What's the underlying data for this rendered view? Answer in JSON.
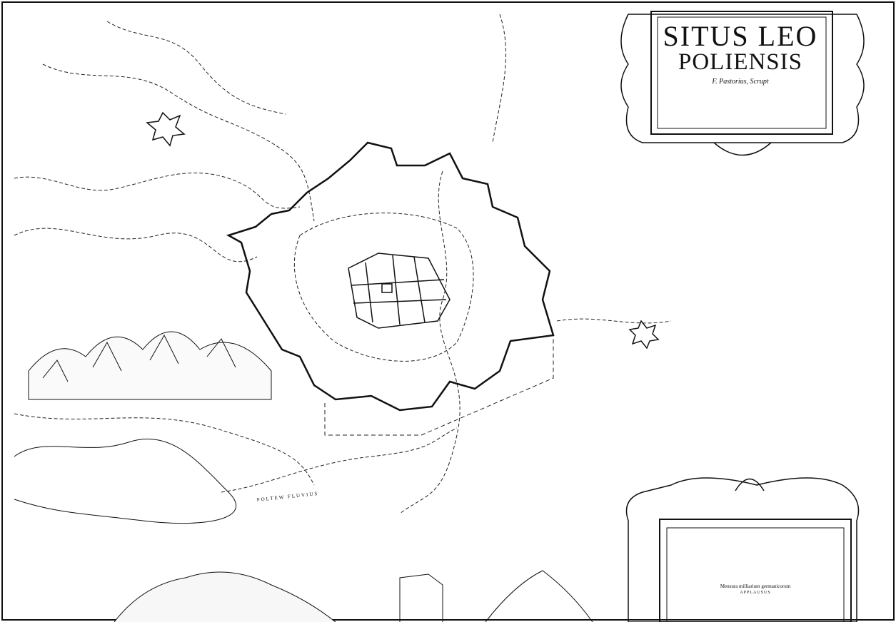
{
  "cartouche": {
    "title_line1": "SITUS LEO",
    "title_line2": "POLIENSIS",
    "subtitle": "F. Pastorius, Scrupt"
  },
  "river_label": "POLTEW FLUVIUS",
  "scale_box": {
    "line1": "Mensura milliarium germanicorum",
    "line2": "APPLAUSUS"
  },
  "colors": {
    "ink": "#111111",
    "paper": "#ffffff"
  }
}
